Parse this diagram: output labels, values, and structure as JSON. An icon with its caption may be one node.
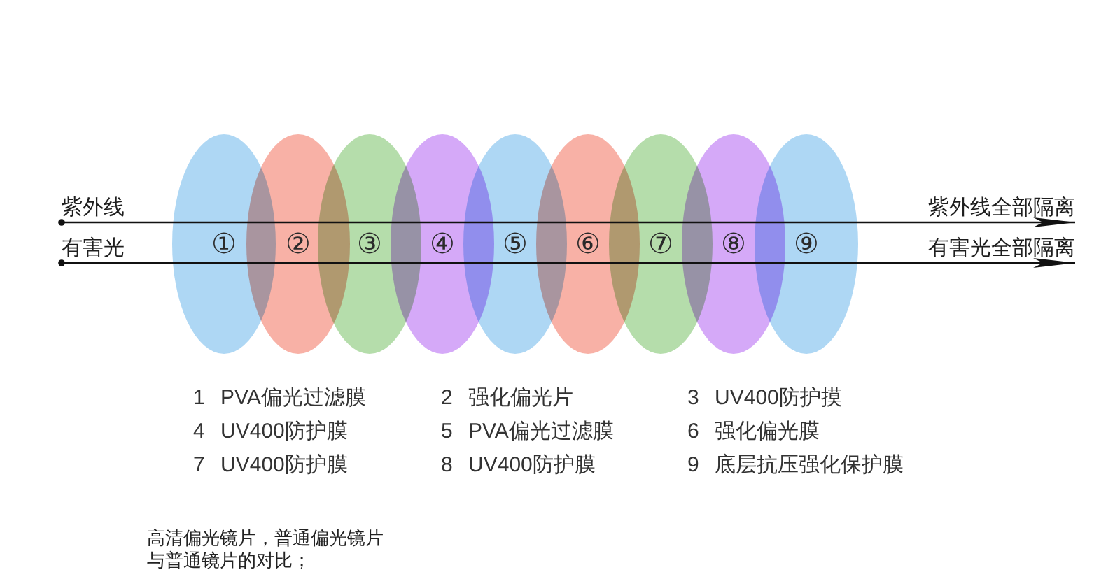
{
  "diagram": {
    "nodes": [
      {
        "text": [
          "紫外线"
        ]
      },
      {
        "text": [
          "有害光"
        ]
      },
      {
        "text": [
          "①"
        ]
      },
      {
        "text": [
          "②"
        ]
      },
      {
        "text": [
          "③"
        ]
      },
      {
        "text": [
          "④"
        ]
      },
      {
        "text": [
          "⑤"
        ]
      },
      {
        "text": [
          "⑥"
        ]
      },
      {
        "text": [
          "⑦"
        ]
      },
      {
        "text": [
          "⑧"
        ]
      },
      {
        "text": [
          "⑨"
        ]
      },
      {
        "text": [
          "紫外线全部隔离"
        ]
      },
      {
        "text": [
          "有害光全部隔离"
        ]
      }
    ],
    "edges": [
      {
        "from": 0,
        "to": 11,
        "arrow": "to"
      },
      {
        "from": 1,
        "to": 12,
        "arrow": "to"
      }
    ],
    "labels": [
      "1 PVA偏光过滤膜",
      "2 强化偏光片",
      "3 UV400防护摸",
      "4 UV400防护膜",
      "5 PVA偏光过滤膜",
      "6 强化偏光膜",
      "7 UV400防护膜",
      "8 UV400防护膜",
      "9 底层抗压强化保护膜",
      "高清偏光镜片，普通偏光镜片与普通镜片的对比；"
    ]
  }
}
